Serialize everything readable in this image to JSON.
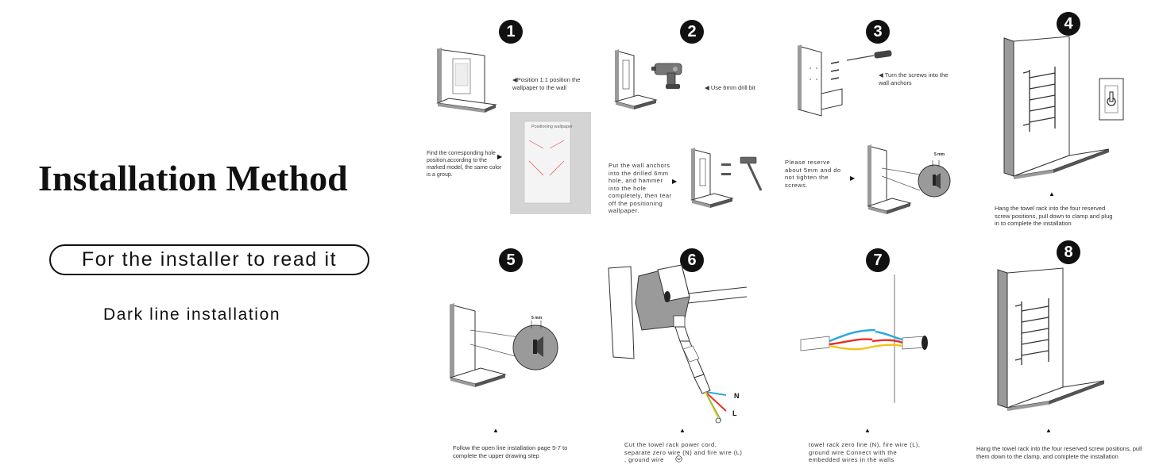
{
  "page": {
    "title": "Installation Method",
    "pill_label": "For the installer to read it",
    "subtitle": "Dark line installation"
  },
  "steps": {
    "s1": {
      "number": "1",
      "note_a": "◀Position 1:1 position the wallpaper to the wall",
      "note_b": "Find the corresponding hole position,according to the marked model, the same color is a group.",
      "wallpaper_label": "Positioning wallpaper"
    },
    "s2": {
      "number": "2",
      "note_a": "◀ Use 6mm drill bit",
      "note_b": "Put the wall anchors into the drilled 6mm hole, and hammer into the hole completely, then tear off the positioning wallpaper."
    },
    "s3": {
      "number": "3",
      "note_a": "◀ Turn the screws into the wall anchors",
      "note_b": "Please reserve about 5mm and do not tighten the screws.",
      "dimension": "5 mm"
    },
    "s4": {
      "number": "4",
      "note": "Hang the towel rack into the four reserved screw positions, pull down to clamp and plug in to complete the installation"
    },
    "s5": {
      "number": "5",
      "note": "Follow the open line installation page 5-7 to complete the upper drawing step",
      "dimension": "5 mm"
    },
    "s6": {
      "number": "6",
      "note": "Cut the towel rack power cord, separate zero wire (N) and fire wire (L) , ground wire",
      "label_n": "N",
      "label_l": "L"
    },
    "s7": {
      "number": "7",
      "note": "towel rack zero line (N), fire wire (L), ground wire Connect with the embedded wires in the walls"
    },
    "s8": {
      "number": "8",
      "note": "Hang the towel rack into the four reserved screw positions, pull them down to the clamp, and complete the installation"
    }
  },
  "symbols": {
    "pointer": "▶",
    "up": "▲"
  },
  "colors": {
    "wall_fill": "#9a9a9a",
    "wall_edge": "#333333",
    "wire_blue": "#2aa8e0",
    "wire_red": "#e8302a",
    "wire_yellow": "#f2c318",
    "wire_green": "#43b549",
    "guide_red": "#e05050"
  }
}
